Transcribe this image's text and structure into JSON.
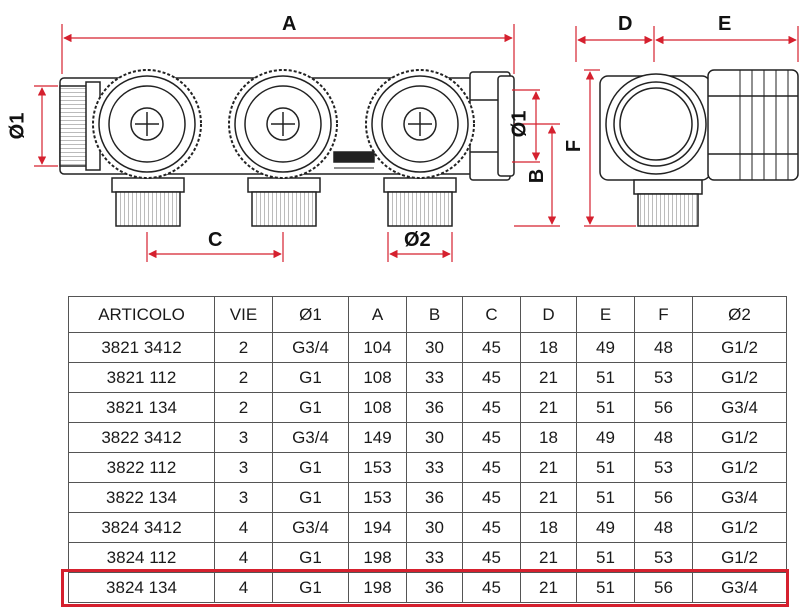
{
  "dimension_labels": {
    "A": "A",
    "B": "B",
    "C": "C",
    "D": "D",
    "E": "E",
    "F": "F",
    "d1_left": "Ø1",
    "d1_right": "Ø1",
    "d2": "Ø2"
  },
  "table": {
    "headers": [
      "ARTICOLO",
      "VIE",
      "Ø1",
      "A",
      "B",
      "C",
      "D",
      "E",
      "F",
      "Ø2"
    ],
    "rows": [
      [
        "3821 3412",
        "2",
        "G3/4",
        "104",
        "30",
        "45",
        "18",
        "49",
        "48",
        "G1/2"
      ],
      [
        "3821 112",
        "2",
        "G1",
        "108",
        "33",
        "45",
        "21",
        "51",
        "53",
        "G1/2"
      ],
      [
        "3821 134",
        "2",
        "G1",
        "108",
        "36",
        "45",
        "21",
        "51",
        "56",
        "G3/4"
      ],
      [
        "3822 3412",
        "3",
        "G3/4",
        "149",
        "30",
        "45",
        "18",
        "49",
        "48",
        "G1/2"
      ],
      [
        "3822 112",
        "3",
        "G1",
        "153",
        "33",
        "45",
        "21",
        "51",
        "53",
        "G1/2"
      ],
      [
        "3822 134",
        "3",
        "G1",
        "153",
        "36",
        "45",
        "21",
        "51",
        "56",
        "G3/4"
      ],
      [
        "3824 3412",
        "4",
        "G3/4",
        "194",
        "30",
        "45",
        "18",
        "49",
        "48",
        "G1/2"
      ],
      [
        "3824 112",
        "4",
        "G1",
        "198",
        "33",
        "45",
        "21",
        "51",
        "53",
        "G1/2"
      ],
      [
        "3824 134",
        "4",
        "G1",
        "198",
        "36",
        "45",
        "21",
        "51",
        "56",
        "G3/4"
      ]
    ],
    "highlighted_row": 8
  },
  "colors": {
    "dimension_lines": "#d5202e",
    "highlight_border": "#d5202e",
    "drawing_stroke": "#222222",
    "table_border": "#555555"
  }
}
